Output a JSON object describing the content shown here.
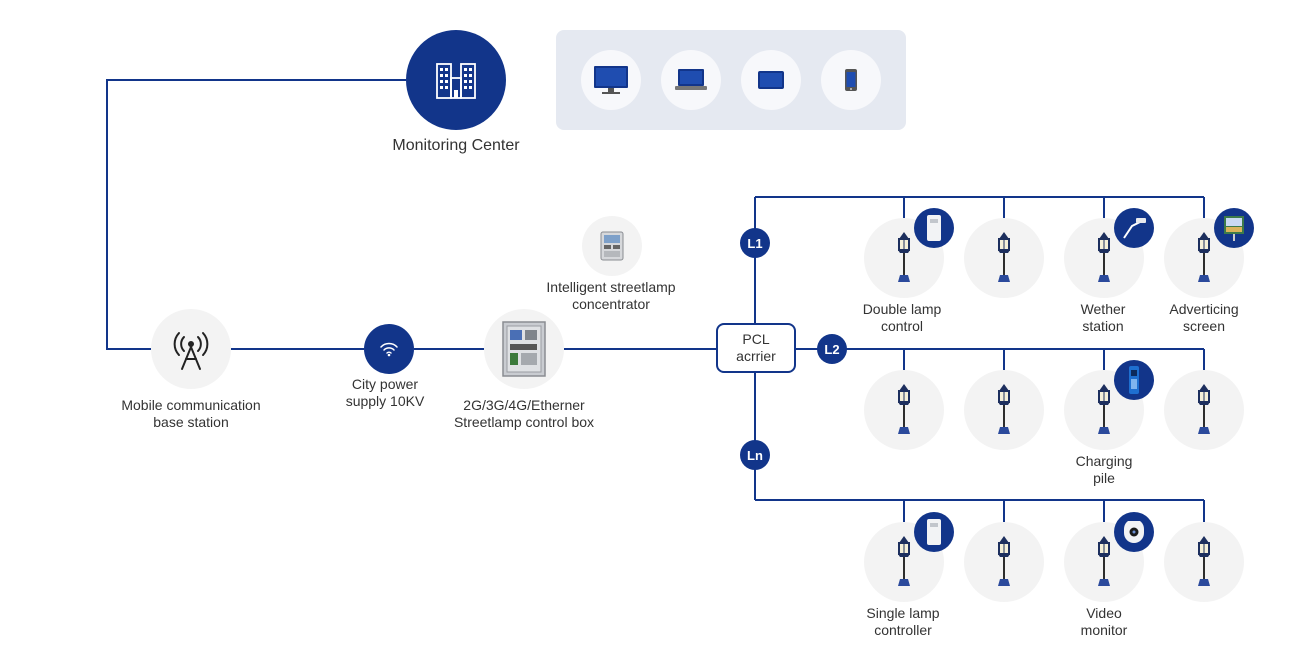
{
  "colors": {
    "primary": "#12358a",
    "node_bg": "#f3f3f3",
    "panel_bg": "#e5e9f1",
    "text": "#333333"
  },
  "monitoring_center": {
    "label": "Monitoring Center",
    "icon": "building-icon"
  },
  "terminal_devices": [
    {
      "icon": "desktop-monitor-icon"
    },
    {
      "icon": "laptop-icon"
    },
    {
      "icon": "tablet-icon"
    },
    {
      "icon": "smartphone-icon"
    }
  ],
  "base_station": {
    "label_line1": "Mobile communication",
    "label_line2": "base station",
    "icon": "antenna-tower-icon"
  },
  "power_supply": {
    "label_line1": "City power",
    "label_line2": "supply 10KV",
    "icon": "wifi-signal-icon"
  },
  "control_box": {
    "label_line1": "2G/3G/4G/Etherner",
    "label_line2": "Streetlamp control box",
    "icon": "cabinet-icon"
  },
  "concentrator": {
    "label_line1": "Intelligent streetlamp",
    "label_line2": "concentrator",
    "icon": "meter-icon"
  },
  "pcl_carrier": {
    "line1": "PCL",
    "line2": "acrrier"
  },
  "lines": {
    "l1": "L1",
    "l2": "L2",
    "ln": "Ln"
  },
  "lamp_labels": {
    "double_lamp": {
      "line1": "Double lamp",
      "line2": "control"
    },
    "weather_station": {
      "line1": "Wether",
      "line2": "station"
    },
    "advertising_screen": {
      "line1": "Adverticing",
      "line2": "screen"
    },
    "charging_pile": {
      "line1": "Charging",
      "line2": "pile"
    },
    "single_lamp": {
      "line1": "Single lamp",
      "line2": "controller"
    },
    "video_monitor": {
      "line1": "Video",
      "line2": "monitor"
    }
  }
}
